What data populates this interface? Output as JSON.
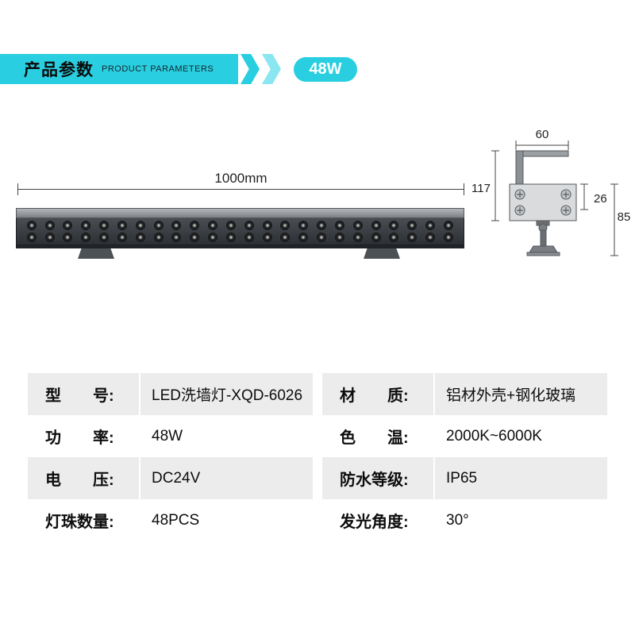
{
  "header": {
    "title_cn": "产品参数",
    "title_en": "PRODUCT PARAMETERS",
    "badge": "48W",
    "accent_color": "#29cfe0"
  },
  "drawing": {
    "length_label": "1000mm",
    "led_rows": 2,
    "led_cols": 24,
    "side": {
      "dim_top": "60",
      "dim_left": "117",
      "dim_right_small": "26",
      "dim_right_total": "85"
    }
  },
  "table": {
    "rows": [
      {
        "left_label": "型　　号:",
        "left_value": "LED洗墙灯-XQD-6026",
        "right_label": "材　　质:",
        "right_value": "铝材外壳+钢化玻璃"
      },
      {
        "left_label": "功　　率:",
        "left_value": "48W",
        "right_label": "色　　温:",
        "right_value": "2000K~6000K"
      },
      {
        "left_label": "电　　压:",
        "left_value": "DC24V",
        "right_label": "防水等级:",
        "right_value": "IP65"
      },
      {
        "left_label": "灯珠数量:",
        "left_value": "48PCS",
        "right_label": "发光角度:",
        "right_value": "30°"
      }
    ]
  }
}
